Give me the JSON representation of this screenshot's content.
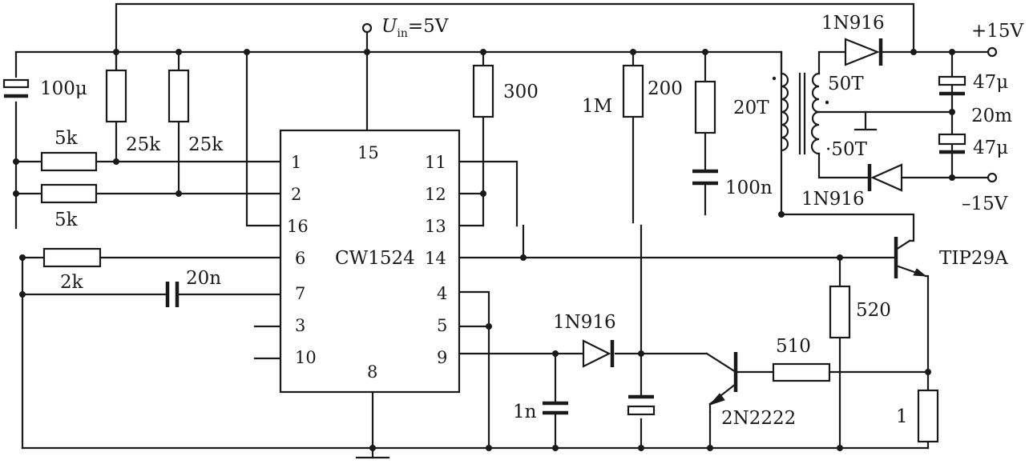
{
  "supply": {
    "prefix": "U",
    "subscript": "in",
    "value": "=5V"
  },
  "ic": {
    "name": "CW1524",
    "pins": {
      "p1": "1",
      "p2": "2",
      "p16": "16",
      "p6": "6",
      "p7": "7",
      "p3": "3",
      "p10": "10",
      "p15": "15",
      "p8": "8",
      "p11": "11",
      "p12": "12",
      "p13": "13",
      "p14": "14",
      "p4": "4",
      "p5": "5",
      "p9": "9"
    }
  },
  "components": {
    "c_input": "100μ",
    "r_5k_top": "5k",
    "r_5k_bottom": "5k",
    "r_25k_left": "25k",
    "r_25k_right": "25k",
    "r_300": "300",
    "r_1m": "1M",
    "r_200": "200",
    "c_100n": "100n",
    "r_2k": "2k",
    "c_20n": "20n",
    "d_feedback": "1N916",
    "c_1n": "1n",
    "q_2n2222": "2N2222",
    "r_510": "510",
    "r_520": "520",
    "r_1": "1",
    "q_tip29a": "TIP29A",
    "xfmr_primary": "20T",
    "xfmr_sec_top": "50T",
    "xfmr_sec_bottom": "·50T",
    "d_top": "1N916",
    "d_bottom": "1N916",
    "c_47_top": "47μ",
    "c_47_bottom": "47μ",
    "l_20m": "20m"
  },
  "outputs": {
    "pos": "+15V",
    "neg": "–15V"
  }
}
